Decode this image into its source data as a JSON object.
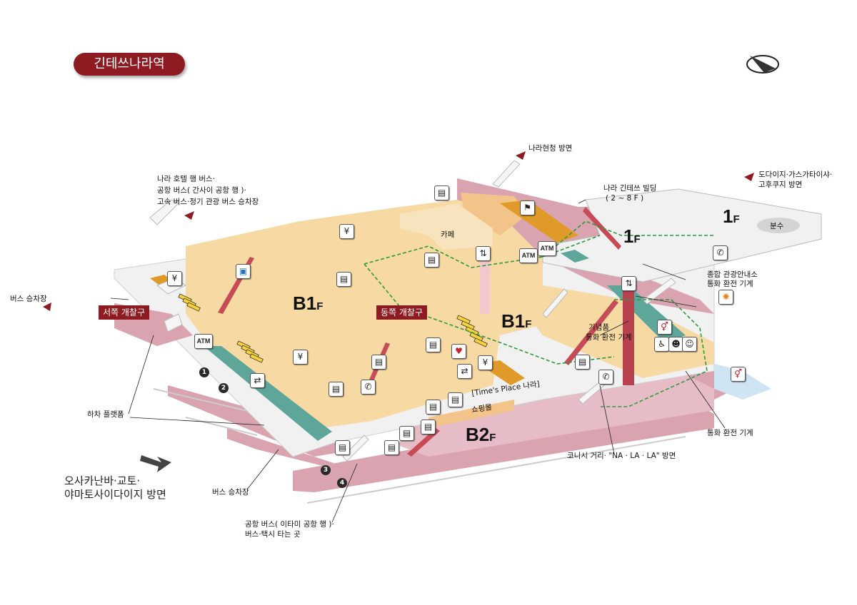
{
  "title": "긴테쓰나라역",
  "floors": {
    "b1_west": "B1",
    "b1_east": "B1",
    "b2": "B2",
    "f1_a": "1",
    "f1_b": "1",
    "floor_suffix": "F"
  },
  "gates": {
    "west": "서쪽 개찰구",
    "east": "동쪽 개찰구"
  },
  "labels": {
    "nara_hotel_1": "나라 호텔 행 버스·",
    "nara_hotel_2": "공항 버스( 간사이 공항 행 )·",
    "nara_hotel_3": "고속 버스·정기 관광 버스 승차장",
    "prefecture": "나라현청 방면",
    "kintetsu_bldg_1": "나라 긴테쓰 빌딩",
    "kintetsu_bldg_2": "( 2 ~ 8 F )",
    "todaiji_1": "도다이지·가스가타이샤·",
    "todaiji_2": "고후쿠지 방면",
    "bunsu": "분수",
    "cafe": "카페",
    "bus_stop_left": "버스 승차장",
    "tourist_info_1": "종합 관광안내소",
    "tourist_info_2": "통화 환전 기계",
    "souvenir_1": "기념품",
    "souvenir_2": "통화 환전 기계",
    "times_place_1": "[Time's Place 나라]",
    "times_place_2": "쇼핑몰",
    "dropoff": "하차 플랫폼",
    "currency": "통화 환전 기계",
    "konishi": "코니시 거리· \"NA · LA · LA\" 방면",
    "bus_stop_bottom": "버스 승차장",
    "osaka_1": "오사카난바·교토·",
    "osaka_2": "야마토사이다이지 방면",
    "itami_1": "공항 버스( 이타미 공항 행 )·",
    "itami_2": "버스·택시 타는 곳"
  },
  "platforms": [
    "1",
    "2",
    "3",
    "4"
  ],
  "icons": {
    "atm": "ATM",
    "yen": "¥"
  },
  "colors": {
    "accent": "#8e1b22",
    "concourse": "#f6d9a3",
    "b2_floor": "#d9a3b0",
    "platform_teal": "#5fa69a",
    "shop_orange": "#e09a2a",
    "route_green": "#2c9a3a",
    "ground": "#f1f1f1"
  }
}
